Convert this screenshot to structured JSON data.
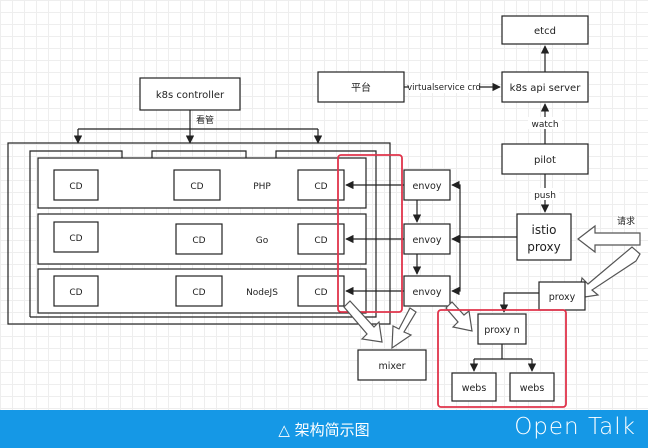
{
  "diagram": {
    "etcd": "etcd",
    "k8s_api_server": "k8s api server",
    "platform": "平台",
    "virtualservice_crd": "virtualservice crd",
    "watch": "watch",
    "pilot": "pilot",
    "push": "push",
    "istio_proxy_line1": "istio",
    "istio_proxy_line2": "proxy",
    "request": "请求",
    "k8s_controller": "k8s controller",
    "manage": "看管",
    "rows": [
      {
        "label": "PHP",
        "cd": [
          "CD",
          "CD",
          "CD"
        ]
      },
      {
        "label": "Go",
        "cd": [
          "CD",
          "CD",
          "CD"
        ]
      },
      {
        "label": "NodeJS",
        "cd": [
          "CD",
          "CD",
          "CD"
        ]
      }
    ],
    "envoy": [
      "envoy",
      "envoy",
      "envoy"
    ],
    "proxy": "proxy",
    "proxy_n": "proxy n",
    "webs": [
      "webs",
      "webs"
    ],
    "mixer": "mixer"
  },
  "footer": {
    "caption": "△ 架构简示图",
    "brand": "Open Talk"
  },
  "colors": {
    "highlight": "#e0344b",
    "footer_bg": "#1598e6"
  }
}
